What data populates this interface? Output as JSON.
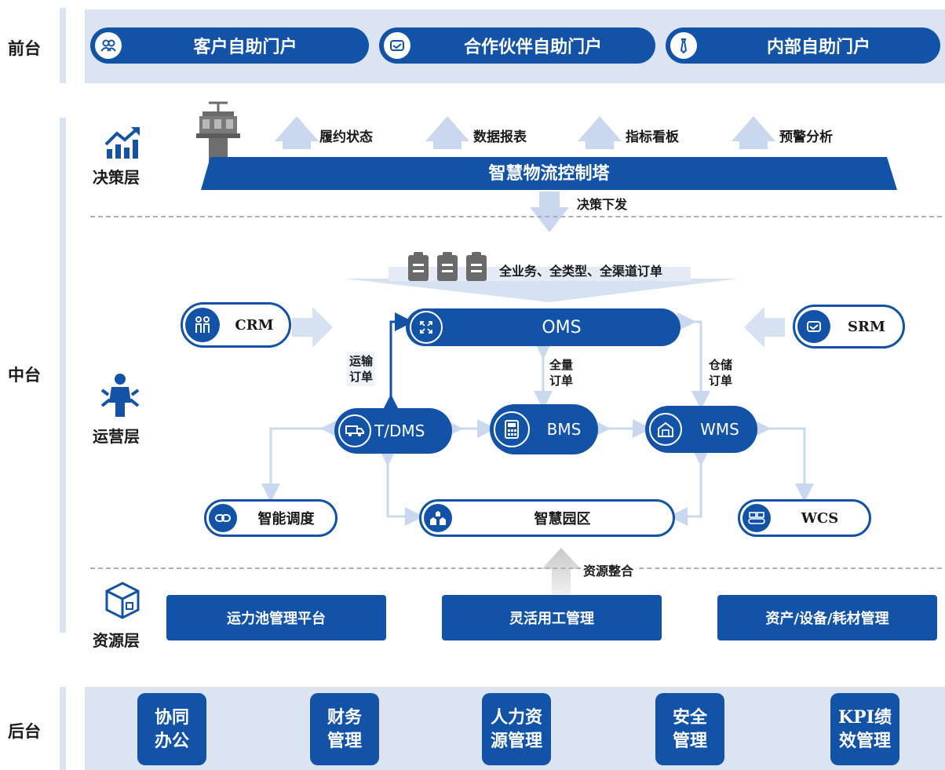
{
  "layers": {
    "front": "前台",
    "decision": "决策层",
    "middle": "中台",
    "operation": "运营层",
    "resource": "资源层",
    "back": "后台"
  },
  "front_portals": [
    {
      "label": "客户自助门户",
      "icon": "people-icon"
    },
    {
      "label": "合作伙伴自助门户",
      "icon": "handshake-icon"
    },
    {
      "label": "内部自助门户",
      "icon": "tie-icon"
    }
  ],
  "decision": {
    "outputs": [
      "履约状态",
      "数据报表",
      "指标看板",
      "预警分析"
    ],
    "tower_label": "智慧物流控制塔",
    "down_label": "决策下发"
  },
  "operation": {
    "orders_label": "全业务、全类型、全渠道订单",
    "crm": "CRM",
    "srm": "SRM",
    "oms": "OMS",
    "tdms": "T/DMS",
    "bms": "BMS",
    "wms": "WMS",
    "dispatch": "智能调度",
    "park": "智慧园区",
    "wcs": "WCS",
    "edge_transport": "运输\n订单",
    "edge_full": "全量\n订单",
    "edge_storage": "仓储\n订单",
    "resource_integration": "资源整合"
  },
  "resources": [
    "运力池管理平台",
    "灵活用工管理",
    "资产/设备/耗材管理"
  ],
  "back_office": [
    "协同\n办公",
    "财务\n管理",
    "人力资\n源管理",
    "安全\n管理",
    "KPI绩\n效管理"
  ],
  "colors": {
    "primary": "#1253a8",
    "band": "#dce4f2",
    "arrow": "#c9d8ee"
  }
}
